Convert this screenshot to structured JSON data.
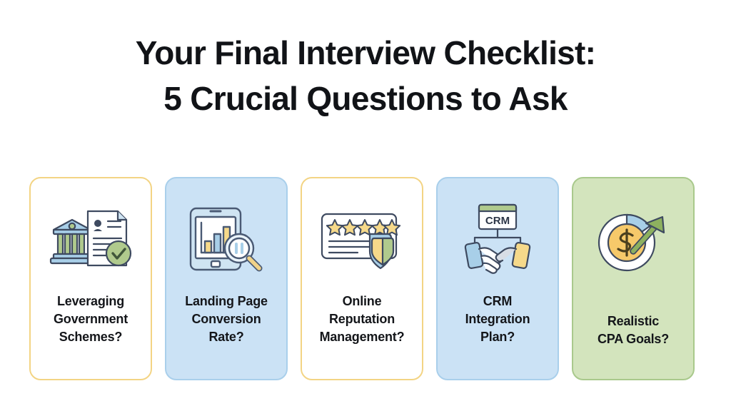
{
  "background_color": "#ffffff",
  "title": {
    "line1": "Your Final Interview Checklist:",
    "line2": "5 Crucial Questions to Ask",
    "color": "#111317"
  },
  "palette": {
    "card_white_bg": "#ffffff",
    "card_white_border": "#f3d484",
    "card_blue_bg": "#cbe2f5",
    "card_blue_border": "#a9cfeb",
    "card_green_bg": "#d3e4bd",
    "card_green_border": "#a9c98c",
    "icon_outline": "#3e4a60",
    "icon_yellow": "#f6d98a",
    "icon_blue": "#a8cfe8",
    "icon_green": "#b0ca8d",
    "icon_dark_green": "#8db05f",
    "label_text": "#14161a"
  },
  "cards": [
    {
      "id": "leveraging-government-schemes",
      "style": "white",
      "icon": "bank-document-check-icon",
      "label_lines": [
        "Leveraging",
        "Government",
        "Schemes?"
      ],
      "label": "Leveraging Government Schemes?"
    },
    {
      "id": "landing-page-conversion-rate",
      "style": "blue",
      "icon": "tablet-chart-magnifier-icon",
      "label_lines": [
        "Landing Page",
        "Conversion",
        "Rate?"
      ],
      "label": "Landing Page Conversion Rate?"
    },
    {
      "id": "online-reputation-management",
      "style": "white",
      "icon": "review-stars-shield-icon",
      "label_lines": [
        "Online",
        "Reputation",
        "Management?"
      ],
      "label": "Online Reputation Management?"
    },
    {
      "id": "crm-integration-plan",
      "style": "blue",
      "icon": "crm-handshake-icon",
      "icon_text": "CRM",
      "label_lines": [
        "CRM",
        "Integration",
        "Plan?"
      ],
      "label": "CRM Integration Plan?"
    },
    {
      "id": "realistic-cpa-goals",
      "style": "green",
      "icon": "dollar-coin-growth-arrow-icon",
      "label_lines": [
        "Realistic",
        "CPA Goals?"
      ],
      "label": "Realistic CPA Goals?"
    }
  ]
}
